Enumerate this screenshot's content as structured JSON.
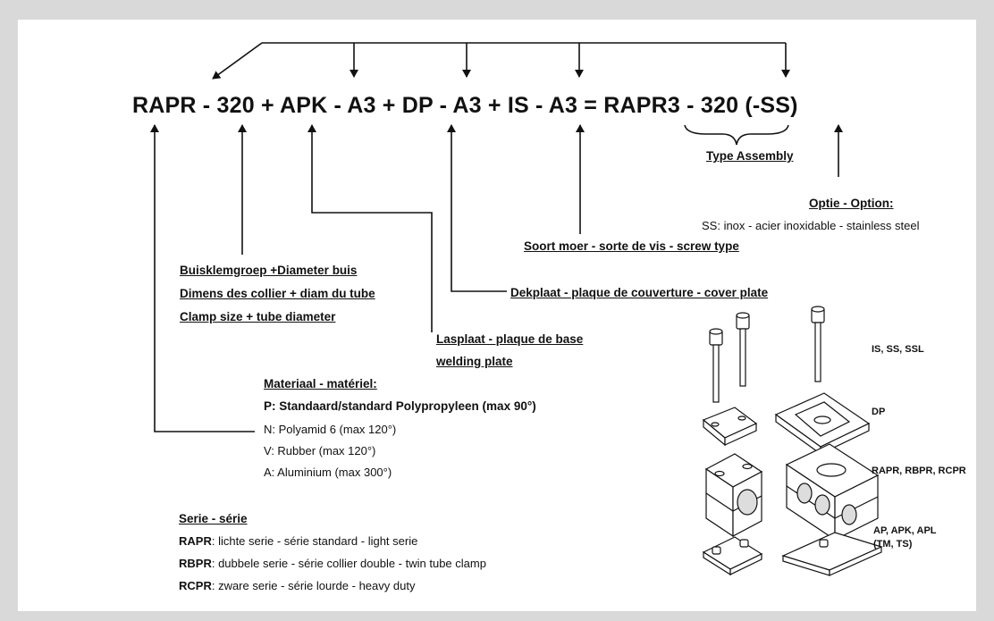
{
  "formula": {
    "p1": "RAPR",
    "d1": "-",
    "p2": "320",
    "plus1": "+",
    "p3": "APK",
    "d2": "-",
    "p4": "A3",
    "plus2": "+",
    "p5": "DP",
    "d3": "-",
    "p6": "A3",
    "plus3": "+",
    "p7": "IS",
    "d4": "-",
    "p8": "A3",
    "eq": "=",
    "p9": "RAPR3",
    "d5": "-",
    "p10": "320",
    "p11": "(-SS)"
  },
  "type_assembly": "Type Assembly",
  "option": {
    "heading": "Optie - Option:",
    "text": "SS: inox - acier inoxidable - stainless steel"
  },
  "screw_type": "Soort moer - sorte de vis - screw type",
  "cover_plate": "Dekplaat - plaque de couverture - cover plate",
  "clamp_group": {
    "line1": "Buisklemgroep +Diameter buis",
    "line2": "Dimens des collier + diam du tube",
    "line3": "Clamp size + tube diameter"
  },
  "welding_plate": {
    "line1": "Lasplaat - plaque de base",
    "line2": "welding plate"
  },
  "material": {
    "heading": "Materiaal - matériel:",
    "items": [
      "P: Standaard/standard Polypropyleen (max 90°)",
      "N: Polyamid 6 (max 120°)",
      "V: Rubber (max 120°)",
      "A: Aluminium (max 300°)"
    ]
  },
  "series": {
    "heading": "Serie - série",
    "items": [
      {
        "code": "RAPR",
        "text": ": lichte serie - série standard - light serie"
      },
      {
        "code": "RBPR",
        "text": ": dubbele serie - série collier double - twin tube clamp"
      },
      {
        "code": "RCPR",
        "text": ": zware serie - série lourde - heavy duty"
      }
    ]
  },
  "parts": {
    "bolts": "IS, SS, SSL",
    "cover": "DP",
    "clamp": "RAPR, RBPR, RCPR",
    "base1": "AP, APK, APL",
    "base2": "(TM, TS)"
  }
}
